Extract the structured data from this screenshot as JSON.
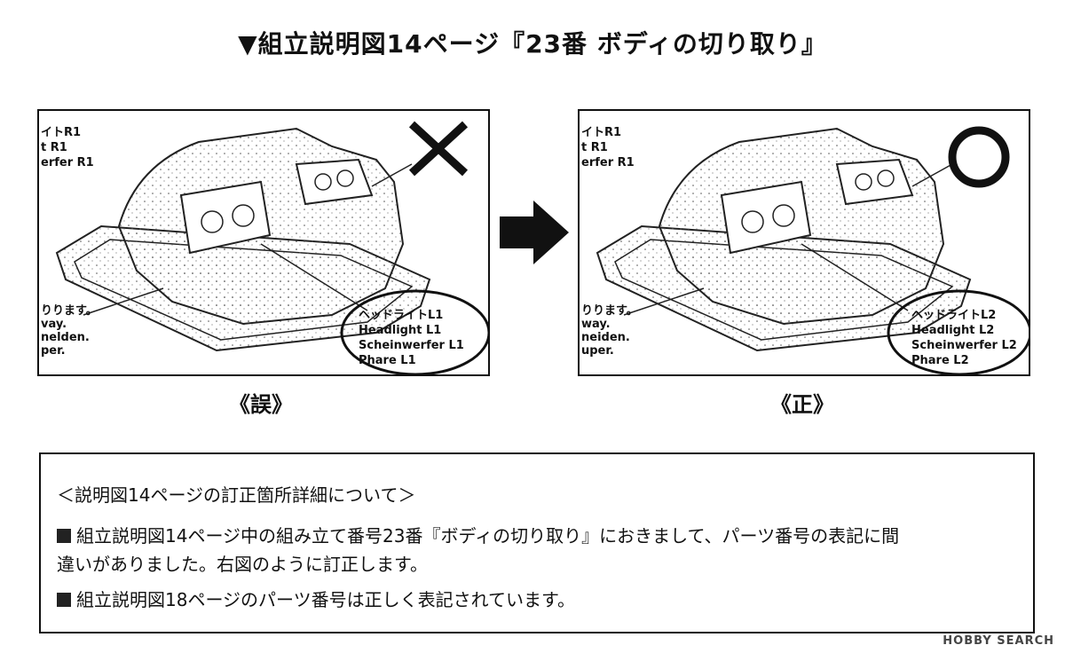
{
  "page": {
    "title": "▼組立説明図14ページ『23番 ボディの切り取り』"
  },
  "wrong_panel": {
    "label": "《誤》",
    "top_cut_lines": [
      "イトR1",
      "t R1",
      "erfer R1"
    ],
    "bottom_cut_lines": [
      "りります。",
      "vay.",
      "nelden.",
      "per."
    ],
    "callout_lines": [
      "ヘッドライトL1",
      "Headlight L1",
      "Scheinwerfer L1",
      "Phare L1"
    ]
  },
  "correct_panel": {
    "label": "《正》",
    "top_cut_lines": [
      "イトR1",
      "t R1",
      "erfer R1"
    ],
    "bottom_cut_lines": [
      "りります。",
      "way.",
      "neiden.",
      "uper."
    ],
    "callout_lines": [
      "ヘッドライトL2",
      "Headlight L2",
      "Scheinwerfer L2",
      "Phare L2"
    ]
  },
  "notes": {
    "heading": "＜説明図14ページの訂正箇所詳細について＞",
    "line1": "組立説明図14ページ中の組み立て番号23番『ボディの切り取り』におきまして、パーツ番号の表記に間",
    "line2": "違いがありました。右図のように訂正します。",
    "line3": "組立説明図18ページのパーツ番号は正しく表記されています。"
  },
  "watermark": "HOBBY SEARCH"
}
